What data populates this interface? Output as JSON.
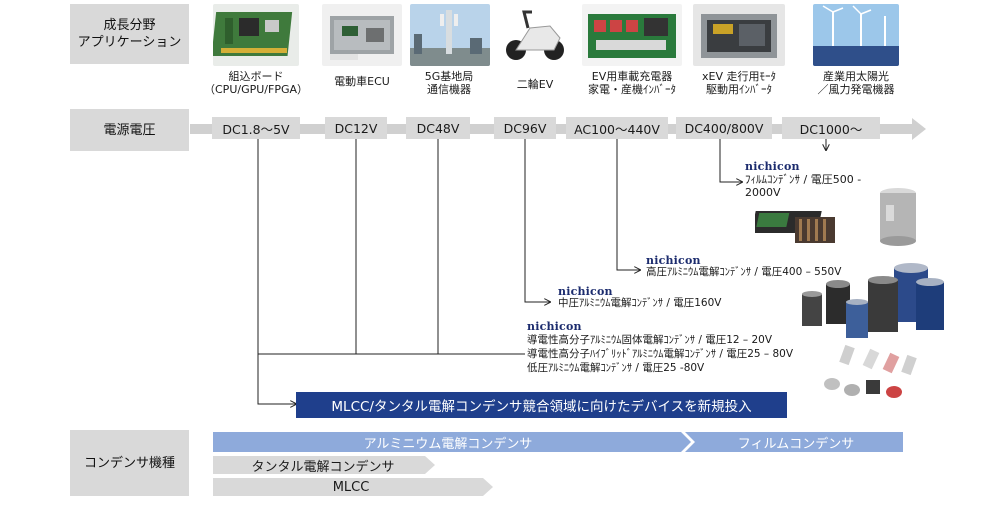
{
  "rows": {
    "growth_field": "成長分野\nアプリケーション",
    "supply_voltage": "電源電圧",
    "capacitor_type": "コンデンサ機種"
  },
  "applications": [
    "組込ボード\n（CPU/GPU/FPGA）",
    "電動車ECU",
    "5G基地局\n通信機器",
    "二輪EV",
    "EV用車載充電器\n家電・産機ｲﾝﾊﾞｰﾀ",
    "xEV 走行用ﾓｰﾀ\n駆動用ｲﾝﾊﾞｰﾀ",
    "産業用太陽光\n／風力発電機器"
  ],
  "voltages": [
    "DC1.8～5V",
    "DC12V",
    "DC48V",
    "DC96V",
    "AC100～440V",
    "DC400/800V",
    "DC1000～"
  ],
  "products": {
    "film": {
      "brand": "nichicon",
      "desc": "ﾌｨﾙﾑｺﾝﾃﾞﾝｻ / 電圧500 -\n2000V"
    },
    "high_voltage": {
      "brand": "nichicon",
      "desc": "高圧ｱﾙﾐﾆｳﾑ電解ｺﾝﾃﾞﾝｻ / 電圧400 – 550V"
    },
    "mid_voltage": {
      "brand": "nichicon",
      "desc": "中圧ｱﾙﾐﾆｳﾑ電解ｺﾝﾃﾞﾝｻ / 電圧160V"
    },
    "low_voltage": {
      "brand": "nichicon",
      "lines": [
        "導電性高分子ｱﾙﾐﾆｳﾑ固体電解ｺﾝﾃﾞﾝｻ / 電圧12 – 20V",
        "導電性高分子ﾊｲﾌﾞﾘｯﾄﾞｱﾙﾐﾆｳﾑ電解ｺﾝﾃﾞﾝｻ / 電圧25 – 80V",
        "低圧ｱﾙﾐﾆｳﾑ電解ｺﾝﾃﾞﾝｻ / 電圧25 -80V"
      ]
    }
  },
  "mlcc_banner": "MLCC/タンタル電解コンデンサ競合領域に向けたデバイスを新規投入",
  "capacitor_bands": {
    "aluminum": "アルミニウム電解コンデンサ",
    "film": "フィルムコンデンサ",
    "tantalum": "タンタル電解コンデンサ",
    "mlcc": "MLCC"
  },
  "colors": {
    "label_gray": "#d9d9d9",
    "band_blue": "#8eaadb",
    "banner_navy": "#1f3f8c",
    "brand_navy": "#1c2c6e",
    "arrow_gray": "#d0d0d0"
  },
  "icons": {
    "apps": [
      "circuit-board-photo",
      "ecu-photo",
      "cell-tower-photo",
      "electric-scooter-photo",
      "inverter-board-photo",
      "motor-inverter-photo",
      "solar-wind-photo"
    ],
    "products": [
      "film-capacitor-module-photo",
      "film-capacitor-can-photo",
      "electrolytic-capacitors-photo",
      "small-capacitors-photo"
    ]
  }
}
